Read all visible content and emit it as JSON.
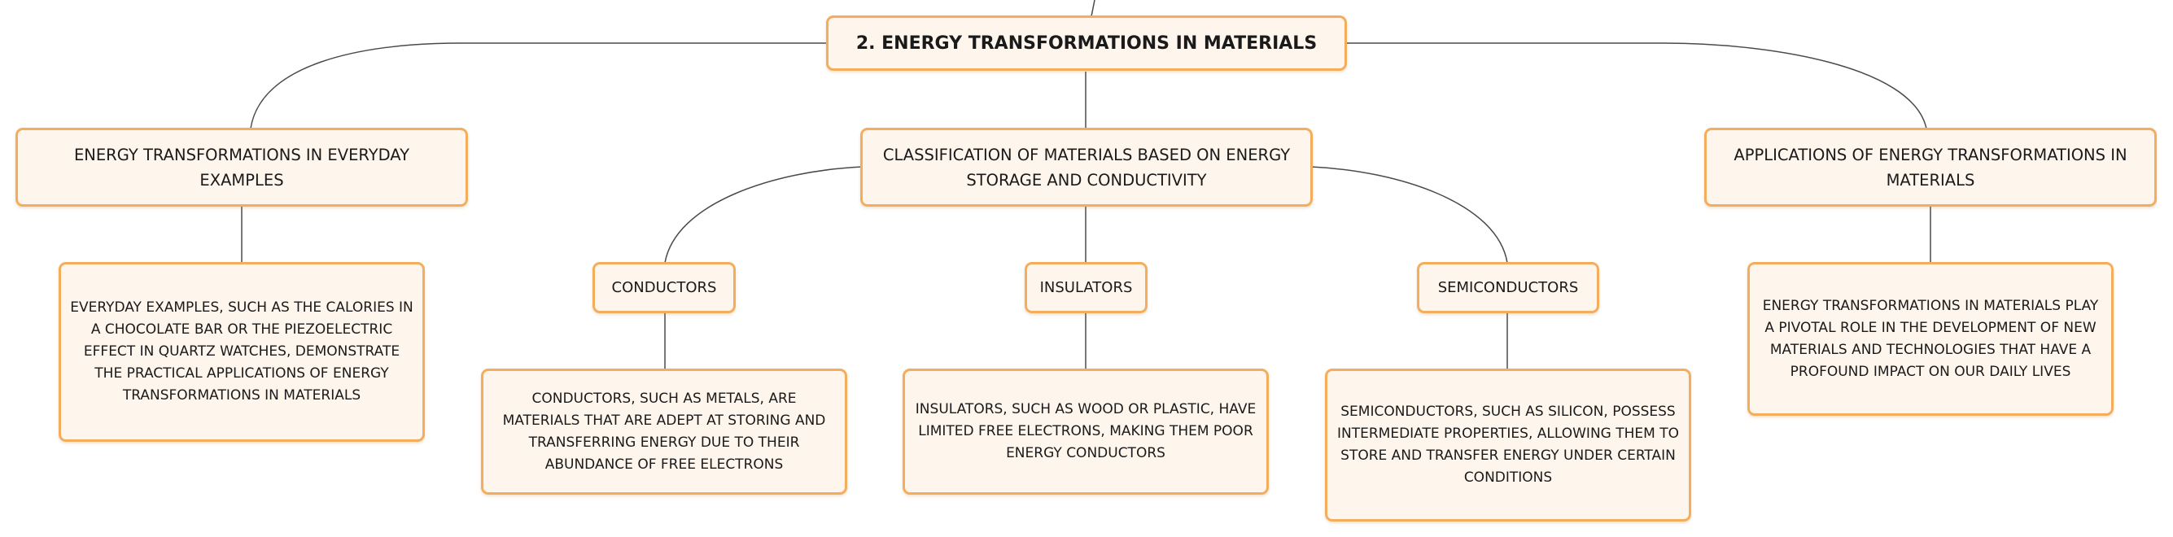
{
  "root": {
    "title": "2. ENERGY TRANSFORMATIONS IN MATERIALS"
  },
  "branches": {
    "everyday": {
      "title": "ENERGY TRANSFORMATIONS IN EVERYDAY EXAMPLES",
      "detail": "EVERYDAY EXAMPLES, SUCH AS THE CALORIES IN A CHOCOLATE BAR OR THE PIEZOELECTRIC EFFECT IN QUARTZ WATCHES, DEMONSTRATE THE PRACTICAL APPLICATIONS OF ENERGY TRANSFORMATIONS IN MATERIALS"
    },
    "classification": {
      "title": "CLASSIFICATION OF MATERIALS BASED ON ENERGY STORAGE AND CONDUCTIVITY",
      "conductors": {
        "title": "CONDUCTORS",
        "detail": "CONDUCTORS, SUCH AS METALS, ARE MATERIALS THAT ARE ADEPT AT STORING AND TRANSFERRING ENERGY DUE TO THEIR ABUNDANCE OF FREE ELECTRONS"
      },
      "insulators": {
        "title": "INSULATORS",
        "detail": "INSULATORS, SUCH AS WOOD OR PLASTIC, HAVE LIMITED FREE ELECTRONS, MAKING THEM POOR ENERGY CONDUCTORS"
      },
      "semiconductors": {
        "title": "SEMICONDUCTORS",
        "detail": "SEMICONDUCTORS, SUCH AS SILICON, POSSESS INTERMEDIATE PROPERTIES, ALLOWING THEM TO STORE AND TRANSFER ENERGY UNDER CERTAIN CONDITIONS"
      }
    },
    "applications": {
      "title": "APPLICATIONS OF ENERGY TRANSFORMATIONS IN MATERIALS",
      "detail": "ENERGY TRANSFORMATIONS IN MATERIALS PLAY A PIVOTAL ROLE IN THE DEVELOPMENT OF NEW MATERIALS AND TECHNOLOGIES THAT HAVE A PROFOUND IMPACT ON OUR DAILY LIVES"
    }
  }
}
